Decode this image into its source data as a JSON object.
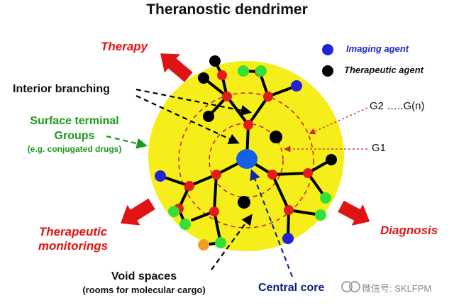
{
  "title": "Theranostic dendrimer",
  "labels": {
    "therapy": "Therapy",
    "diagnosis": "Diagnosis",
    "therapeutic_monitorings_line1": "Therapeutic",
    "therapeutic_monitorings_line2": "monitorings",
    "interior_branching": "Interior branching",
    "surface_terminal_line1": "Surface terminal",
    "surface_terminal_line2": "Groups",
    "surface_terminal_example": "(e.g. conjugated drugs)",
    "generation_outer": "G2 …..G(n)",
    "generation_inner": "G1",
    "void_spaces_line1": "Void spaces",
    "void_spaces_line2": "(rooms for molecular cargo)",
    "central_core": "Central core"
  },
  "legend": {
    "imaging_agent": "Imaging agent",
    "therapeutic_agent": "Therapeutic agent"
  },
  "watermark": "微信号: SKLFPM",
  "colors": {
    "sphere": "#f5ee1a",
    "core": "#1560e6",
    "branch_node": "#e51b1b",
    "terminal_green": "#33e035",
    "imaging_agent": "#2222d8",
    "therapeutic_agent": "#000000",
    "orange_terminal": "#f0a020",
    "arrow_red": "#e01414",
    "dashed_red": "#c82828",
    "text_green": "#1a9a1a",
    "text_navy": "#0b1a7a"
  }
}
